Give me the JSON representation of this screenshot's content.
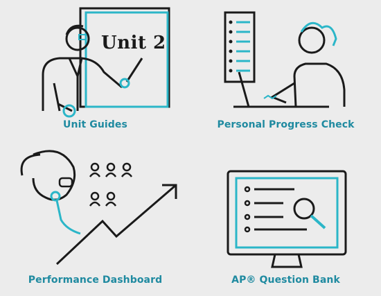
{
  "tiles": [
    {
      "label": "Unit Guides",
      "board_text": "Unit 2",
      "icon": "teacher-board-icon"
    },
    {
      "label": "Personal Progress Check",
      "icon": "student-laptop-icon"
    },
    {
      "label": "Performance Dashboard",
      "icon": "dashboard-growth-icon"
    },
    {
      "label": "AP® Question Bank",
      "icon": "monitor-search-icon"
    }
  ],
  "colors": {
    "accent": "#2bb6c8",
    "ink": "#1a1a1a",
    "label": "#1f8aa0",
    "background": "#ececec"
  }
}
